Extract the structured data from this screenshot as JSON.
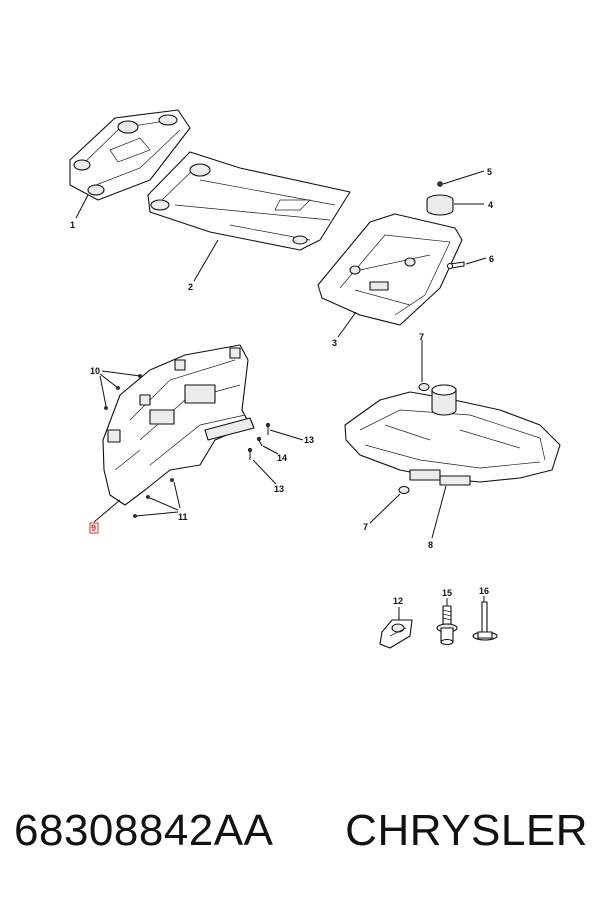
{
  "callouts": {
    "c1": "1",
    "c2": "2",
    "c3": "3",
    "c4": "4",
    "c5": "5",
    "c6": "6",
    "c7a": "7",
    "c7b": "7",
    "c8": "8",
    "c9": "9",
    "c10": "10",
    "c11": "11",
    "c12": "12",
    "c13a": "13",
    "c13b": "13",
    "c14": "14",
    "c15": "15",
    "c16": "16"
  },
  "colors": {
    "ink": "#111111",
    "highlight": "#d9342b",
    "fill": "#ececec"
  },
  "footer": {
    "part_number": "68308842AA",
    "brand": "CHRYSLER"
  }
}
